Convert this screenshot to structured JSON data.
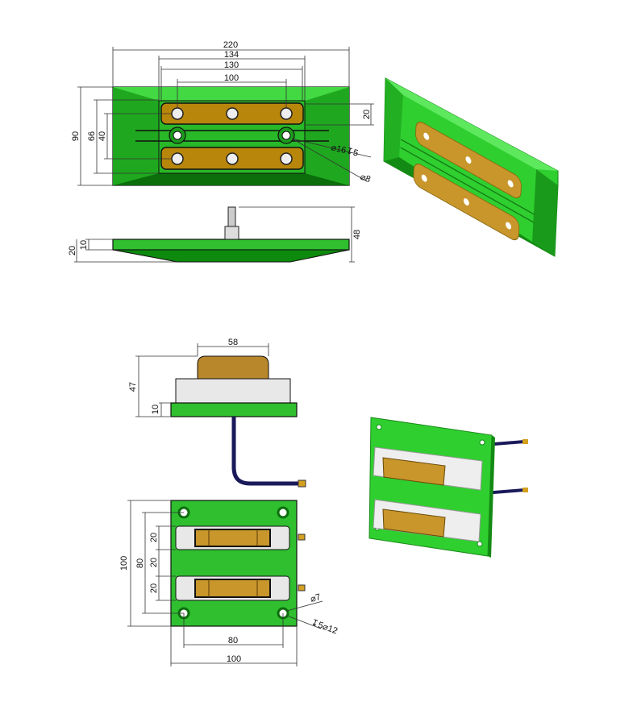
{
  "top_plate": {
    "dims": {
      "width_220": "220",
      "w_134": "134",
      "w_130": "130",
      "w_100": "100",
      "h_90": "90",
      "h_66": "66",
      "h_40": "40",
      "h_20": "20",
      "counterbore": "⌀16↧5",
      "hole": "⌀8"
    },
    "side_dims": {
      "h_48": "48",
      "h_10": "10",
      "h_20": "20"
    }
  },
  "bottom_block": {
    "side_dims": {
      "w_58": "58",
      "h_47": "47",
      "h_10": "10"
    },
    "front_dims": {
      "h_100": "100",
      "h_80": "80",
      "h_20a": "20",
      "h_20b": "20",
      "h_20c": "20",
      "w_80": "80",
      "w_100": "100",
      "hole": "⌀7",
      "counterbore": "↧5⌀12"
    }
  },
  "colors": {
    "green": "#2fbf2f",
    "dark_green": "#0d8a0d",
    "brass": "#b8860b",
    "white_block": "#e8e8e8",
    "cable": "#1a1a5a"
  }
}
